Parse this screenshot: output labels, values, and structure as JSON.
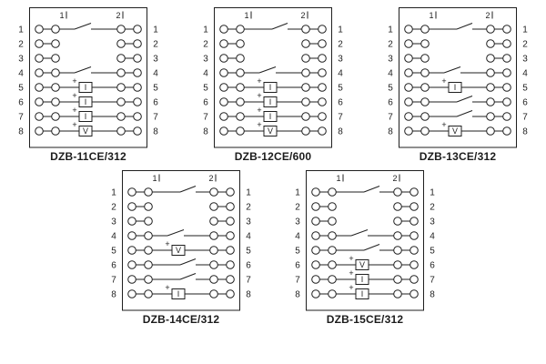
{
  "style": {
    "line_color": "#1f1f1f",
    "background": "#ffffff"
  },
  "panels": [
    {
      "label": "DZB-11CE/312",
      "col_headers": [
        "1",
        "2"
      ],
      "left_numbers": [
        "1",
        "2",
        "3",
        "4",
        "5",
        "6",
        "7",
        "8"
      ],
      "right_numbers": [
        "1",
        "2",
        "3",
        "4",
        "5",
        "6",
        "7",
        "8"
      ],
      "rows": [
        {
          "element": "contact"
        },
        {
          "element": "plain"
        },
        {
          "element": "plain"
        },
        {
          "element": "contact"
        },
        {
          "element": "coil",
          "coil_label": "I",
          "plus": "+"
        },
        {
          "element": "coil",
          "coil_label": "I",
          "plus": "+"
        },
        {
          "element": "coil",
          "coil_label": "I",
          "plus": "+"
        },
        {
          "element": "coil",
          "coil_label": "V",
          "plus": "+"
        }
      ]
    },
    {
      "label": "DZB-12CE/600",
      "col_headers": [
        "1",
        "2"
      ],
      "left_numbers": [
        "1",
        "2",
        "3",
        "4",
        "5",
        "6",
        "7",
        "8"
      ],
      "right_numbers": [
        "1",
        "2",
        "3",
        "4",
        "5",
        "6",
        "7",
        "8"
      ],
      "rows": [
        {
          "element": "contact-right"
        },
        {
          "element": "plain"
        },
        {
          "element": "plain"
        },
        {
          "element": "contact"
        },
        {
          "element": "coil",
          "coil_label": "I",
          "plus": "+"
        },
        {
          "element": "coil",
          "coil_label": "I",
          "plus": "+"
        },
        {
          "element": "coil",
          "coil_label": "I",
          "plus": "+"
        },
        {
          "element": "coil",
          "coil_label": "V",
          "plus": "+"
        }
      ]
    },
    {
      "label": "DZB-13CE/312",
      "col_headers": [
        "1",
        "2"
      ],
      "left_numbers": [
        "1",
        "2",
        "3",
        "4",
        "5",
        "6",
        "7",
        "8"
      ],
      "right_numbers": [
        "1",
        "2",
        "3",
        "4",
        "5",
        "6",
        "7",
        "8"
      ],
      "rows": [
        {
          "element": "contact-right"
        },
        {
          "element": "plain"
        },
        {
          "element": "plain"
        },
        {
          "element": "contact"
        },
        {
          "element": "coil",
          "coil_label": "I",
          "plus": "+"
        },
        {
          "element": "contact-right"
        },
        {
          "element": "contact-right"
        },
        {
          "element": "coil",
          "coil_label": "V",
          "plus": "+"
        }
      ]
    },
    {
      "label": "DZB-14CE/312",
      "col_headers": [
        "1",
        "2"
      ],
      "left_numbers": [
        "1",
        "2",
        "3",
        "4",
        "5",
        "6",
        "7",
        "8"
      ],
      "right_numbers": [
        "1",
        "2",
        "3",
        "4",
        "5",
        "6",
        "7",
        "8"
      ],
      "rows": [
        {
          "element": "contact-right"
        },
        {
          "element": "plain"
        },
        {
          "element": "plain"
        },
        {
          "element": "contact"
        },
        {
          "element": "coil",
          "coil_label": "V",
          "plus": "+"
        },
        {
          "element": "contact-right"
        },
        {
          "element": "contact-right"
        },
        {
          "element": "coil",
          "coil_label": "I",
          "plus": "+"
        }
      ]
    },
    {
      "label": "DZB-15CE/312",
      "col_headers": [
        "1",
        "2"
      ],
      "left_numbers": [
        "1",
        "2",
        "3",
        "4",
        "5",
        "6",
        "7",
        "8"
      ],
      "right_numbers": [
        "1",
        "2",
        "3",
        "4",
        "5",
        "6",
        "7",
        "8"
      ],
      "rows": [
        {
          "element": "contact-right"
        },
        {
          "element": "plain"
        },
        {
          "element": "plain"
        },
        {
          "element": "contact"
        },
        {
          "element": "contact-right"
        },
        {
          "element": "coil",
          "coil_label": "V",
          "plus": "+"
        },
        {
          "element": "coil",
          "coil_label": "I",
          "plus": "+"
        },
        {
          "element": "coil",
          "coil_label": "I",
          "plus": "+"
        }
      ]
    }
  ]
}
